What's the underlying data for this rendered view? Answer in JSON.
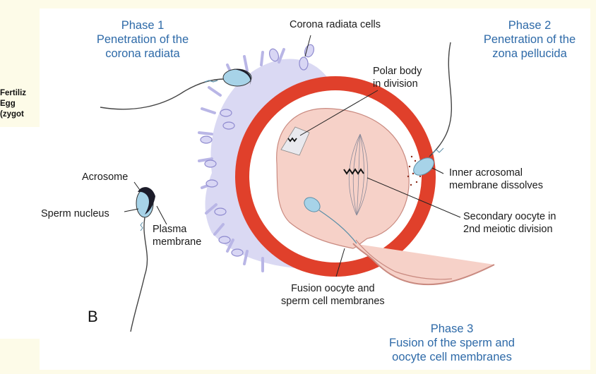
{
  "colors": {
    "background": "#fdfbe8",
    "zona": "#e0402b",
    "cytoplasm": "#f6d1c8",
    "corona": "#c8c7ee",
    "phase_text": "#2e6aa8",
    "sperm_head": "#a7d3e8"
  },
  "side_text": "Fertiliz\n   Egg\n (zygot",
  "panel_letter": "B",
  "phases": {
    "phase1": "Phase 1\nPenetration of the\ncorona radiata",
    "phase2": "Phase 2\nPenetration of the\nzona pellucida",
    "phase3": "Phase 3\nFusion of the sperm and\noocyte cell membranes"
  },
  "labels": {
    "corona_cells": "Corona radiata cells",
    "polar_body": "Polar body\nin division",
    "inner_acrosomal": "Inner acrosomal\nmembrane dissolves",
    "secondary_oocyte": "Secondary oocyte in\n2nd meiotic division",
    "fusion": "Fusion oocyte and\nsperm cell membranes",
    "acrosome": "Acrosome",
    "sperm_nucleus": "Sperm nucleus",
    "plasma_membrane": "Plasma\nmembrane"
  }
}
